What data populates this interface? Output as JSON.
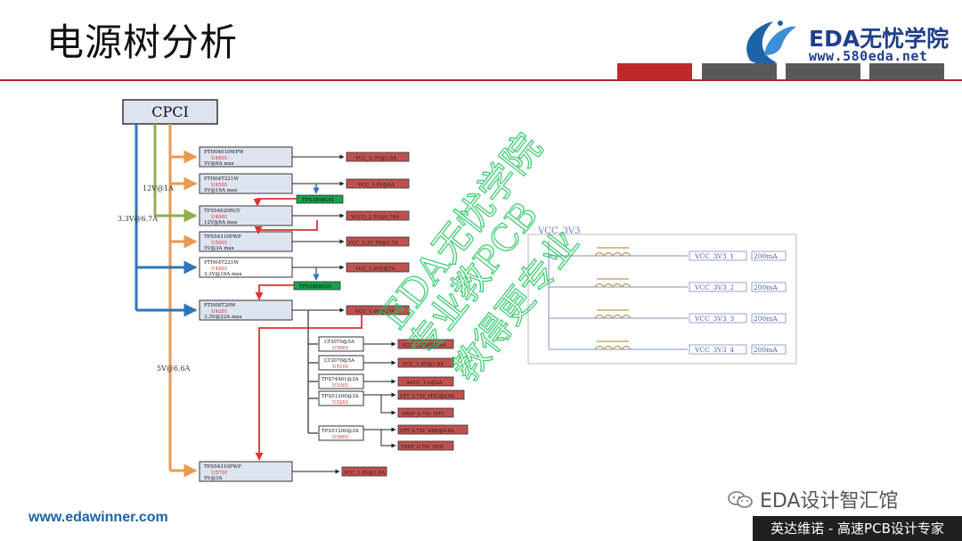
{
  "slide": {
    "title": "电源树分析",
    "logo_text": "EDA无忧学院",
    "logo_url": "www.580eda.net",
    "footer_url": "www.edawinner.com",
    "footer_brand": "英达维诺 - 高速PCB设计专家",
    "wechat_label": "EDA设计智汇馆"
  },
  "colors": {
    "accent_red": "#c0282a",
    "bar_gray": "#595959",
    "wire_blue": "#2e75b6",
    "wire_green": "#8fae4f",
    "wire_orange": "#e89a52",
    "wire_red": "#e03030",
    "box_fill": "#dde4f0",
    "out_fill": "#c0504d",
    "green_fill": "#16a34a",
    "watermark": "#22c55e"
  },
  "diagram": {
    "source": "CPCI",
    "rail_labels": {
      "v12": "12V@1A",
      "v33": "3.3V@6.7A",
      "v5": "5V@6.6A"
    },
    "regulators": [
      {
        "name": "PTH04010WPW",
        "ref": "U4801",
        "rating": "5V@6A max",
        "output": "VCC_3.3V@1.8A"
      },
      {
        "name": "PTH04T221W",
        "ref": "U4501",
        "rating": "5V@16A max",
        "output": "VCC_1.0V@6A"
      },
      {
        "name": "TPS54620RGY",
        "ref": "U4901",
        "rating": "12V@6A max",
        "output": "VCCO_2.5V@6.76A"
      },
      {
        "name": "TPS54310PWP",
        "ref": "U5001",
        "rating": "5V@3A max",
        "output": "VCC_3.3V_PA@1.7A"
      },
      {
        "name": "PTH04T221W",
        "ref": "U4601",
        "rating": "3.3V@16A max",
        "output": "VCC_1.05V@7A"
      },
      {
        "name": "PTH08T20W",
        "ref": "U4201",
        "rating": "3.3V@22A max",
        "output": "VCC_1.0V@10A"
      },
      {
        "name": "TPS54310PWP",
        "ref": "U5701",
        "rating": "5V@3A",
        "output": "VCC_1.8V@1.8A"
      }
    ],
    "green_tags": [
      "TPS3808G01",
      "TPS3808G01"
    ],
    "ldos": [
      {
        "name": "LT3070@5A",
        "ref": "U5001",
        "output": "VCC_1.25V@1.8A"
      },
      {
        "name": "LT3070@5A",
        "ref": "U5101",
        "output": "VCC_1.8V@1.8A"
      },
      {
        "name": "TPS74401@3A",
        "ref": "U5301",
        "output": "AVCC_1.0@2A"
      },
      {
        "name": "TPS51200@3A",
        "ref": "U5201",
        "outputs": [
          "VTT_0.75V_MTC@0.8A",
          "VREF_0.75V_MTC"
        ]
      },
      {
        "name": "TPS51200@3A",
        "ref": "U5601",
        "outputs": [
          "VTT_0.75V_DDR@0.8A",
          "VREF_0.75V_DDR"
        ]
      }
    ],
    "vcc_block": {
      "header": "VCC_3V3",
      "rows": [
        {
          "name": "VCC_3V3_1",
          "current": "200mA"
        },
        {
          "name": "VCC_3V3_2",
          "current": "200mA"
        },
        {
          "name": "VCC_3V3_3",
          "current": "200mA"
        },
        {
          "name": "VCC_3V3_4",
          "current": "200mA"
        }
      ]
    },
    "watermark": {
      "line1": "EDA无忧学院",
      "line2": "专业教PCB",
      "line3": "教得更专业"
    }
  }
}
